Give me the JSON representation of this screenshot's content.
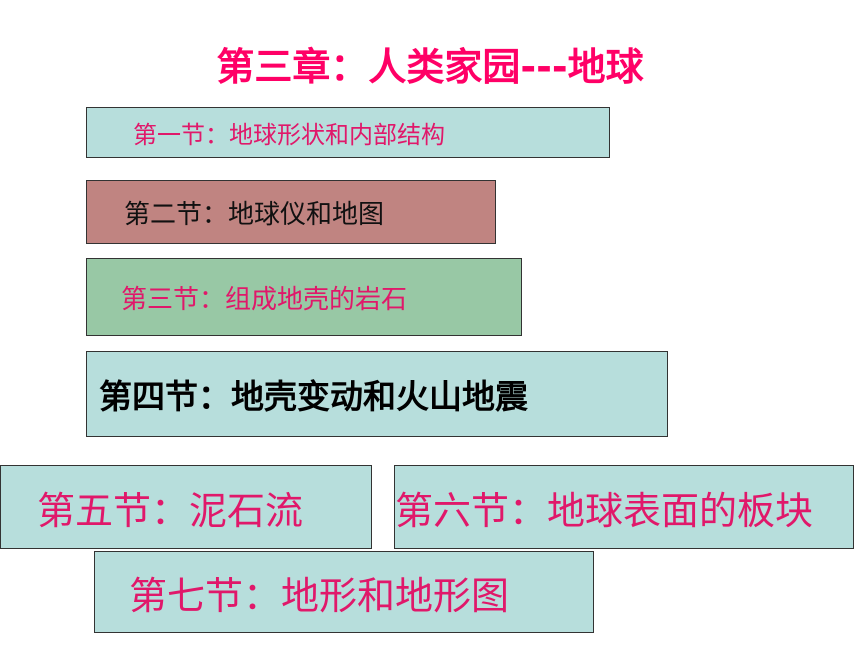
{
  "chapter": {
    "title": "第三章：人类家园---地球"
  },
  "sections": [
    {
      "label": "第一节：地球形状和内部结构",
      "color": "#b7dedc"
    },
    {
      "label": "第二节：地球仪和地图",
      "color": "#c08481"
    },
    {
      "label": "第三节：组成地壳的岩石",
      "color": "#98c8a5"
    },
    {
      "label": "第四节：地壳变动和火山地震",
      "color": "#b7dedc"
    },
    {
      "label": "第五节：泥石流",
      "color": "#b7dedc"
    },
    {
      "label": "第六节：地球表面的板块",
      "color": "#b7dedc"
    },
    {
      "label": "第七节：地形和地形图",
      "color": "#b7dedc"
    }
  ]
}
